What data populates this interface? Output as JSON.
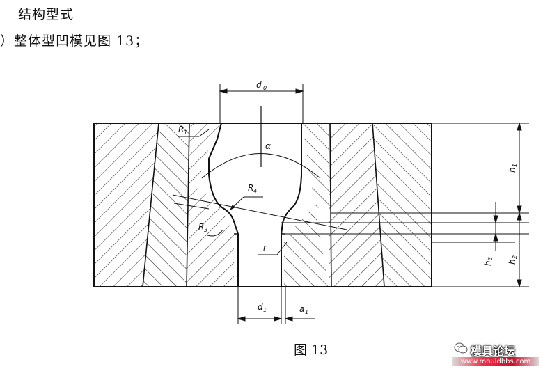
{
  "text": {
    "heading": "结构型式",
    "item": "）整体型凹模见图 13；",
    "caption": "图 13"
  },
  "figure": {
    "labels": {
      "d0": "d",
      "d0_sub": "0",
      "alpha": "α",
      "r1": "R",
      "r1_sub": "1",
      "r4": "R",
      "r4_sub": "4",
      "r3": "R",
      "r3_sub": "3",
      "r": "r",
      "h1": "h",
      "h1_sub": "1",
      "h2": "h",
      "h2_sub": "2",
      "h3": "h",
      "h3_sub": "3",
      "d1": "d",
      "d1_sub": "1",
      "a1": "a",
      "a1_sub": "1"
    }
  },
  "watermark": {
    "title": "模具论坛",
    "url": "www.mouldbbs.com"
  }
}
